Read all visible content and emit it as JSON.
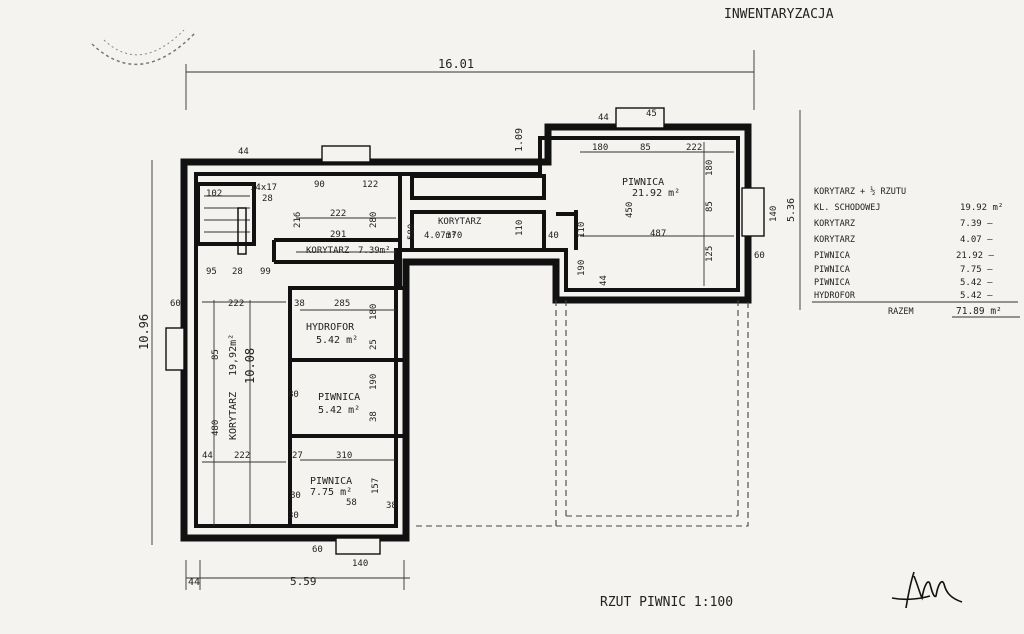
{
  "header": {
    "title": "INWENTARYZACJA"
  },
  "plan": {
    "caption": "RZUT PIWNIC 1:100",
    "dims": {
      "overall_width": "16.01",
      "overall_height": "10.96",
      "bottom_left": "44",
      "bottom_width": "5.59",
      "right_height": "5.36",
      "right_side_a": "1.09",
      "top_44_left": "44",
      "top_44_right": "44",
      "top_45": "45",
      "left_10_08": "10.08",
      "left_480": "480",
      "stair_14": "14x17",
      "stair_28": "28",
      "d102": "102",
      "d90": "90",
      "d122": "122",
      "d216": "216",
      "d222a": "222",
      "d280": "280",
      "d291": "291",
      "d95": "95",
      "d28": "28",
      "d99": "99",
      "d60a": "60",
      "d222b": "222",
      "d38a": "38",
      "d285": "285",
      "d180a": "180",
      "d85a": "85",
      "d25": "25",
      "d190": "190",
      "d80a": "80",
      "d38b": "38",
      "d44b": "44",
      "d222c": "222",
      "d27": "27",
      "d310": "310",
      "d157": "157",
      "d80b": "80",
      "d58": "58",
      "d38c": "38",
      "d60b": "60",
      "d140": "140",
      "d180b": "180",
      "d85b": "85",
      "d222d": "222",
      "d180c": "180",
      "d450": "450",
      "d487": "487",
      "d40": "40",
      "d110a": "110",
      "d110b": "110",
      "d190b": "190",
      "d44c": "44",
      "d125": "125",
      "d85c": "85",
      "d60c": "60",
      "d140b": "140",
      "d30": "30",
      "d580": "580",
      "d370": "370"
    },
    "rooms": [
      {
        "name": "KORYTARZ",
        "area": "19,92m²"
      },
      {
        "name": "KORYTARZ",
        "area": "7.39m²"
      },
      {
        "name": "KORYTARZ",
        "area": "4.07m²"
      },
      {
        "name": "HYDROFOR",
        "area": "5.42 m²"
      },
      {
        "name": "PIWNICA",
        "area": "5.42 m²"
      },
      {
        "name": "PIWNICA",
        "area": "7.75 m²"
      },
      {
        "name": "PIWNICA",
        "area": "21.92 m²"
      }
    ]
  },
  "summary": {
    "rows": [
      {
        "label": "KORYTARZ + ½ RZUTU",
        "value": ""
      },
      {
        "label": "KL. SCHODOWEJ",
        "value": "19.92 m²"
      },
      {
        "label": "KORYTARZ",
        "value": "7.39 —"
      },
      {
        "label": "KORYTARZ",
        "value": "4.07 —"
      },
      {
        "label": "PIWNICA",
        "value": "21.92 —"
      },
      {
        "label": "PIWNICA",
        "value": "7.75 —"
      },
      {
        "label": "PIWNICA",
        "value": "5.42 —"
      },
      {
        "label": "HYDROFOR",
        "value": "5.42 —"
      }
    ],
    "total_label": "RAZEM",
    "total_value": "71.89 m²"
  },
  "icons": [
    "stamp-icon",
    "signature-icon"
  ]
}
